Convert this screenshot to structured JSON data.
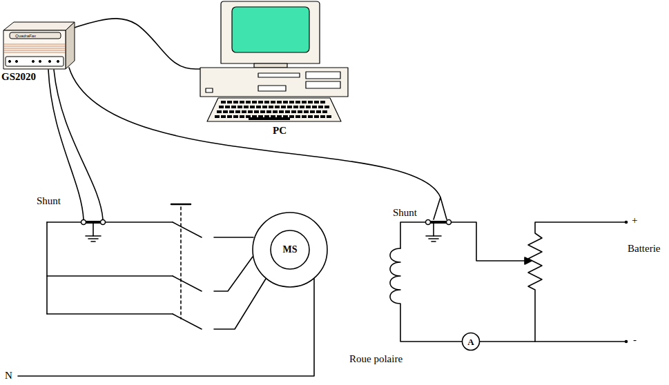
{
  "diagram": {
    "nodes": [
      {
        "text": [
          "QuadraFax",
          "GS2020"
        ]
      },
      {
        "text": [
          "PC"
        ]
      },
      {
        "text": [
          "MS"
        ]
      },
      {
        "text": [
          "A"
        ]
      }
    ],
    "edges": [
      {
        "from": 0,
        "to": 1,
        "arrow": "none"
      }
    ],
    "labels": [
      "Shunt",
      "Shunt",
      "+",
      "Batterie",
      "-",
      "Roue polaire",
      "N"
    ]
  }
}
